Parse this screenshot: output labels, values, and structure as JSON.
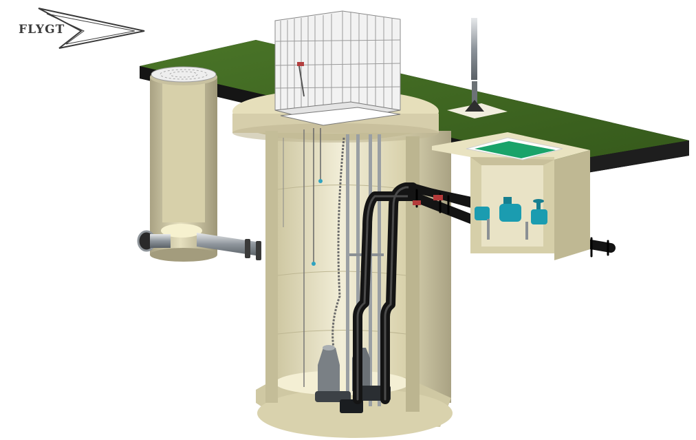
{
  "brand": {
    "name": "FLYGT"
  },
  "colors": {
    "grass": "#3f6a22",
    "grass_dark": "#2b4d16",
    "soil_edge": "#111111",
    "concrete": "#dcd6b0",
    "concrete_shade": "#c9c29a",
    "wall_inner": "#e8e3c4",
    "pipe_black": "#141414",
    "steel": "#9aa0a6",
    "valve_teal": "#1b9cb0",
    "hatch_green": "#1aa36a"
  },
  "components": [
    {
      "name": "inlet-manhole"
    },
    {
      "name": "pump-station-wet-well"
    },
    {
      "name": "access-grille"
    },
    {
      "name": "vent-pipe"
    },
    {
      "name": "valve-chamber"
    },
    {
      "name": "submersible-pumps"
    },
    {
      "name": "discharge-pipes"
    },
    {
      "name": "inlet-pipe"
    }
  ]
}
